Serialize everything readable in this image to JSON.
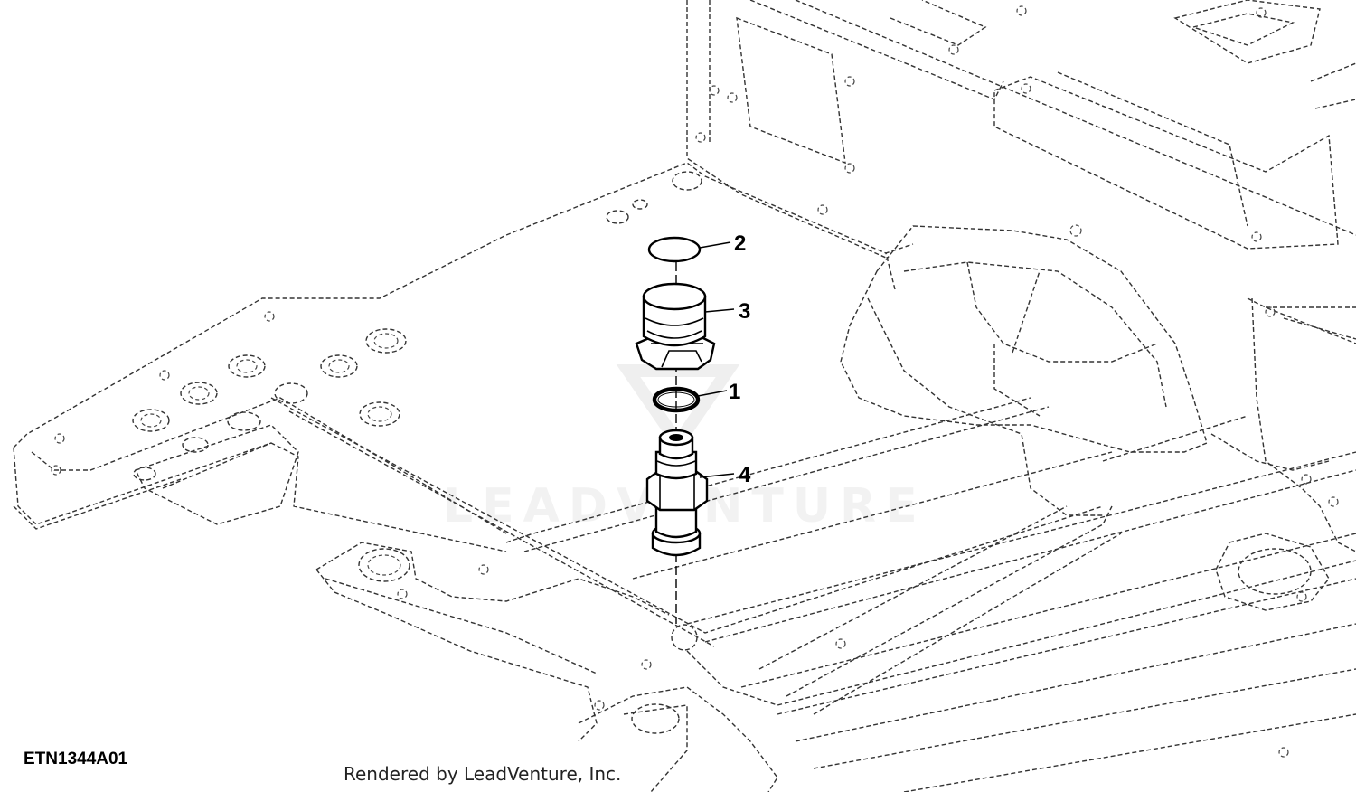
{
  "figure_id": "ETN1344A01",
  "render_credit": "Rendered by LeadVenture, Inc.",
  "watermark": "LEADVENTURE",
  "callouts": [
    {
      "label": "2",
      "part": "ring"
    },
    {
      "label": "3",
      "part": "cap"
    },
    {
      "label": "1",
      "part": "o-ring"
    },
    {
      "label": "4",
      "part": "fitting"
    }
  ]
}
